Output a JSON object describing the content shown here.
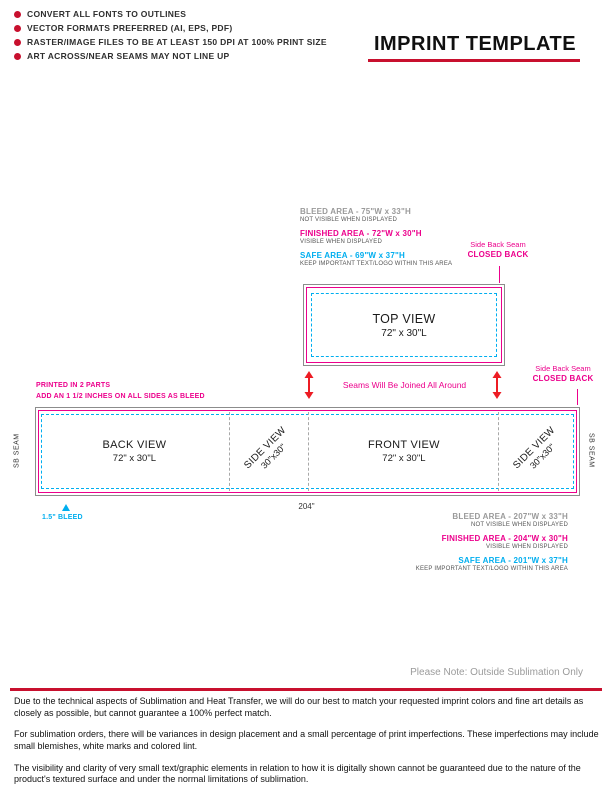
{
  "colors": {
    "accent_red": "#c8102e",
    "magenta": "#ec008c",
    "cyan": "#00aeef",
    "gray": "#9a9a9a",
    "arrow_red": "#ed1c24"
  },
  "header": {
    "bullets": [
      "CONVERT ALL FONTS TO OUTLINES",
      "VECTOR FORMATS PREFERRED (AI, EPS, PDF)",
      "RASTER/IMAGE FILES TO BE AT LEAST 150 DPI AT 100% PRINT SIZE",
      "ART ACROSS/NEAR SEAMS MAY NOT LINE UP"
    ],
    "title": "IMPRINT TEMPLATE"
  },
  "top_view": {
    "bleed_label": "BLEED AREA - 75\"W x 33\"H",
    "bleed_note": "NOT VISIBLE WHEN DISPLAYED",
    "finished_label": "FINISHED AREA - 72\"W x 30\"H",
    "finished_note": "VISIBLE WHEN DISPLAYED",
    "safe_label": "SAFE AREA - 69\"W x 37\"H",
    "safe_note": "KEEP IMPORTANT TEXT/LOGO WITHIN THIS AREA",
    "seam_label": "Side Back Seam",
    "seam_type": "CLOSED BACK",
    "view_name": "TOP VIEW",
    "view_size": "72\" x 30\"L"
  },
  "middle": {
    "join_note": "Seams Will Be Joined All Around",
    "printed_line1": "PRINTED IN 2 PARTS",
    "printed_line2": "ADD AN 1 1/2 INCHES ON ALL SIDES AS BLEED",
    "seam_label": "Side Back Seam",
    "seam_type": "CLOSED BACK"
  },
  "strip": {
    "left_seam": "SB SEAM",
    "right_seam": "SB SEAM",
    "panels": [
      {
        "name": "BACK VIEW",
        "size": "72\" x 30\"L"
      },
      {
        "name": "SIDE VIEW",
        "size": "30\"x30\""
      },
      {
        "name": "FRONT VIEW",
        "size": "72\" x 30\"L"
      },
      {
        "name": "SIDE VIEW",
        "size": "30\"x30\""
      }
    ],
    "total_width": "204\"",
    "bleed_callout": "1.5\" BLEED"
  },
  "flat_view": {
    "bleed_label": "BLEED AREA - 207\"W x 33\"H",
    "bleed_note": "NOT VISIBLE WHEN DISPLAYED",
    "finished_label": "FINISHED AREA - 204\"W x 30\"H",
    "finished_note": "VISIBLE WHEN DISPLAYED",
    "safe_label": "SAFE AREA - 201\"W x 37\"H",
    "safe_note": "KEEP IMPORTANT TEXT/LOGO WITHIN THIS AREA"
  },
  "footer": {
    "note": "Please Note: Outside Sublimation Only",
    "disclaimers": [
      "Due to the technical aspects of Sublimation and Heat Transfer, we will do our best to match your requested imprint colors and fine art details as closely as possible, but cannot guarantee a 100% perfect match.",
      "For sublimation orders, there will be variances in design placement and a small percentage of print imperfections. These imperfections may include small blemishes, white marks and colored lint.",
      "The visibility and clarity of very small text/graphic elements in relation to how it is digitally shown cannot be guaranteed due to the nature of the product's textured surface and under the normal limitations of sublimation."
    ]
  }
}
